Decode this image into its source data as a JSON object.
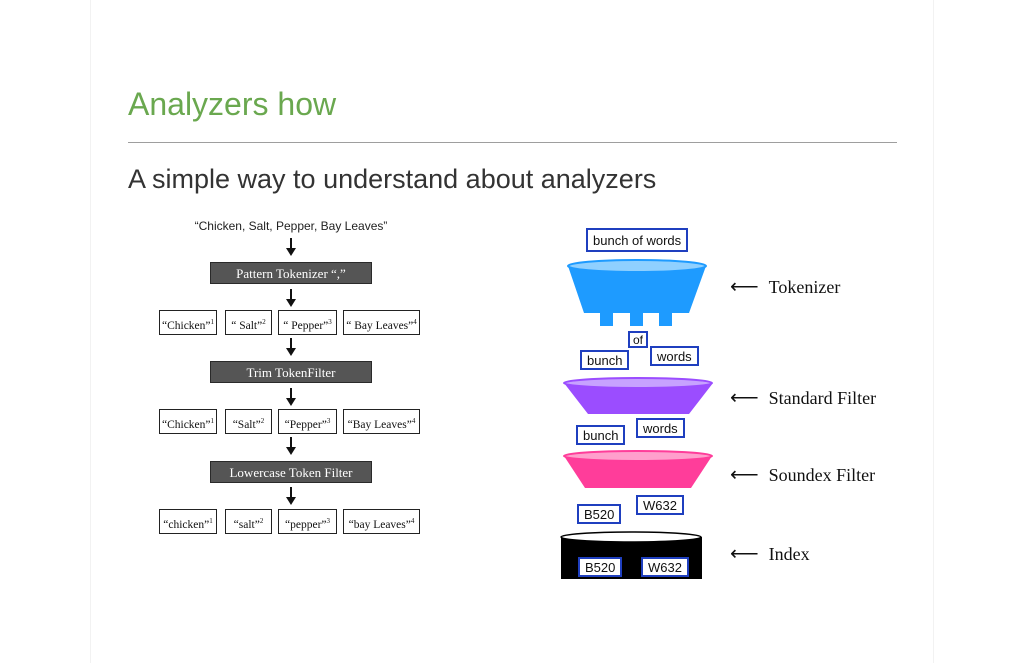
{
  "slide": {
    "title": "Analyzers how",
    "subtitle": "A simple way to understand about analyzers"
  },
  "pipeline": {
    "input": "“Chicken, Salt, Pepper, Bay Leaves”",
    "steps": [
      {
        "label": "Pattern Tokenizer “,”",
        "tokens": [
          {
            "text": "“Chicken”",
            "pos": "1"
          },
          {
            "text": "“ Salt”",
            "pos": "2"
          },
          {
            "text": "“ Pepper”",
            "pos": "3"
          },
          {
            "text": "“ Bay Leaves”",
            "pos": "4"
          }
        ]
      },
      {
        "label": "Trim TokenFilter",
        "tokens": [
          {
            "text": "“Chicken”",
            "pos": "1"
          },
          {
            "text": "“Salt”",
            "pos": "2"
          },
          {
            "text": "“Pepper”",
            "pos": "3"
          },
          {
            "text": "“Bay Leaves”",
            "pos": "4"
          }
        ]
      },
      {
        "label": "Lowercase Token Filter",
        "tokens": [
          {
            "text": "“chicken”",
            "pos": "1"
          },
          {
            "text": "“salt”",
            "pos": "2"
          },
          {
            "text": "“pepper”",
            "pos": "3"
          },
          {
            "text": "“bay Leaves”",
            "pos": "4"
          }
        ]
      }
    ]
  },
  "funnel": {
    "input_text": "bunch of words",
    "after_tokenizer": [
      "of",
      "bunch",
      "words"
    ],
    "after_standard": [
      "bunch",
      "words"
    ],
    "after_soundex": [
      "B520",
      "W632"
    ],
    "index_entries": [
      "B520",
      "W632"
    ],
    "stages": [
      {
        "label": "Tokenizer",
        "color": "#1e9bff"
      },
      {
        "label": "Standard Filter",
        "color": "#9b4dff"
      },
      {
        "label": "Soundex Filter",
        "color": "#ff3d9a"
      },
      {
        "label": "Index",
        "color": "#000000"
      }
    ],
    "arrow_glyph": "⟵"
  }
}
